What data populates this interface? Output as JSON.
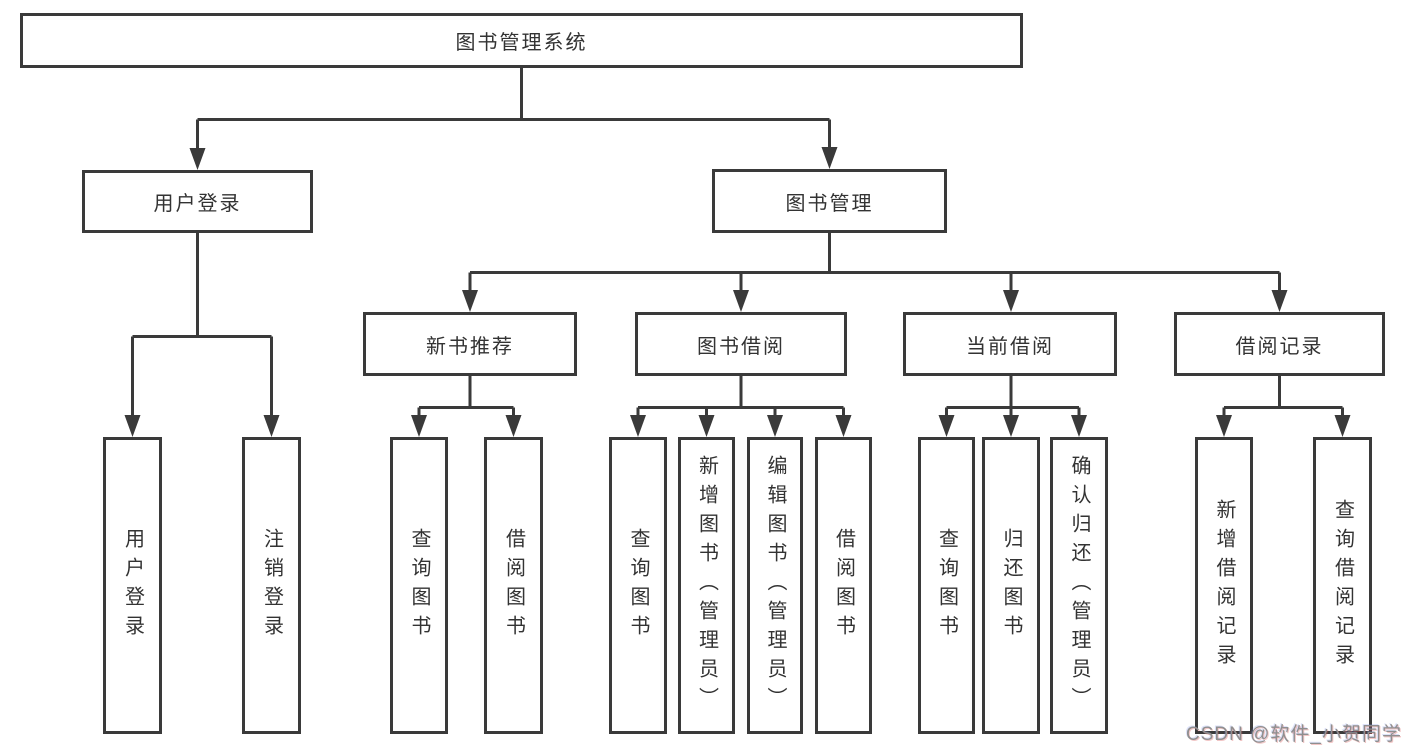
{
  "colors": {
    "line-color": "#3a3a3a",
    "text-color": "#333333",
    "watermark-color": "#8f8f8f",
    "bg-color": "#ffffff"
  },
  "nodes": {
    "root": "图书管理系统",
    "user_login": "用户登录",
    "book_management": "图书管理",
    "new_book_recommendation": "新书推荐",
    "book_borrowing": "图书借阅",
    "current_borrowing": "当前借阅",
    "borrowing_records": "借阅记录",
    "login_leaf": "用户登录",
    "logout_leaf": "注销登录",
    "recommend_query_books": "查询图书",
    "recommend_borrow_books": "借阅图书",
    "borrowing_query_books": "查询图书",
    "borrowing_add_books": "新增图书（管理员）",
    "borrowing_edit_books": "编辑图书（管理员）",
    "borrowing_borrow_books": "借阅图书",
    "current_query_books": "查询图书",
    "current_return_books": "归还图书",
    "current_confirm_return": "确认归还（管理员）",
    "records_add_record": "新增借阅记录",
    "records_query_record": "查询借阅记录"
  },
  "watermark": "CSDN @软件_小贺同学"
}
